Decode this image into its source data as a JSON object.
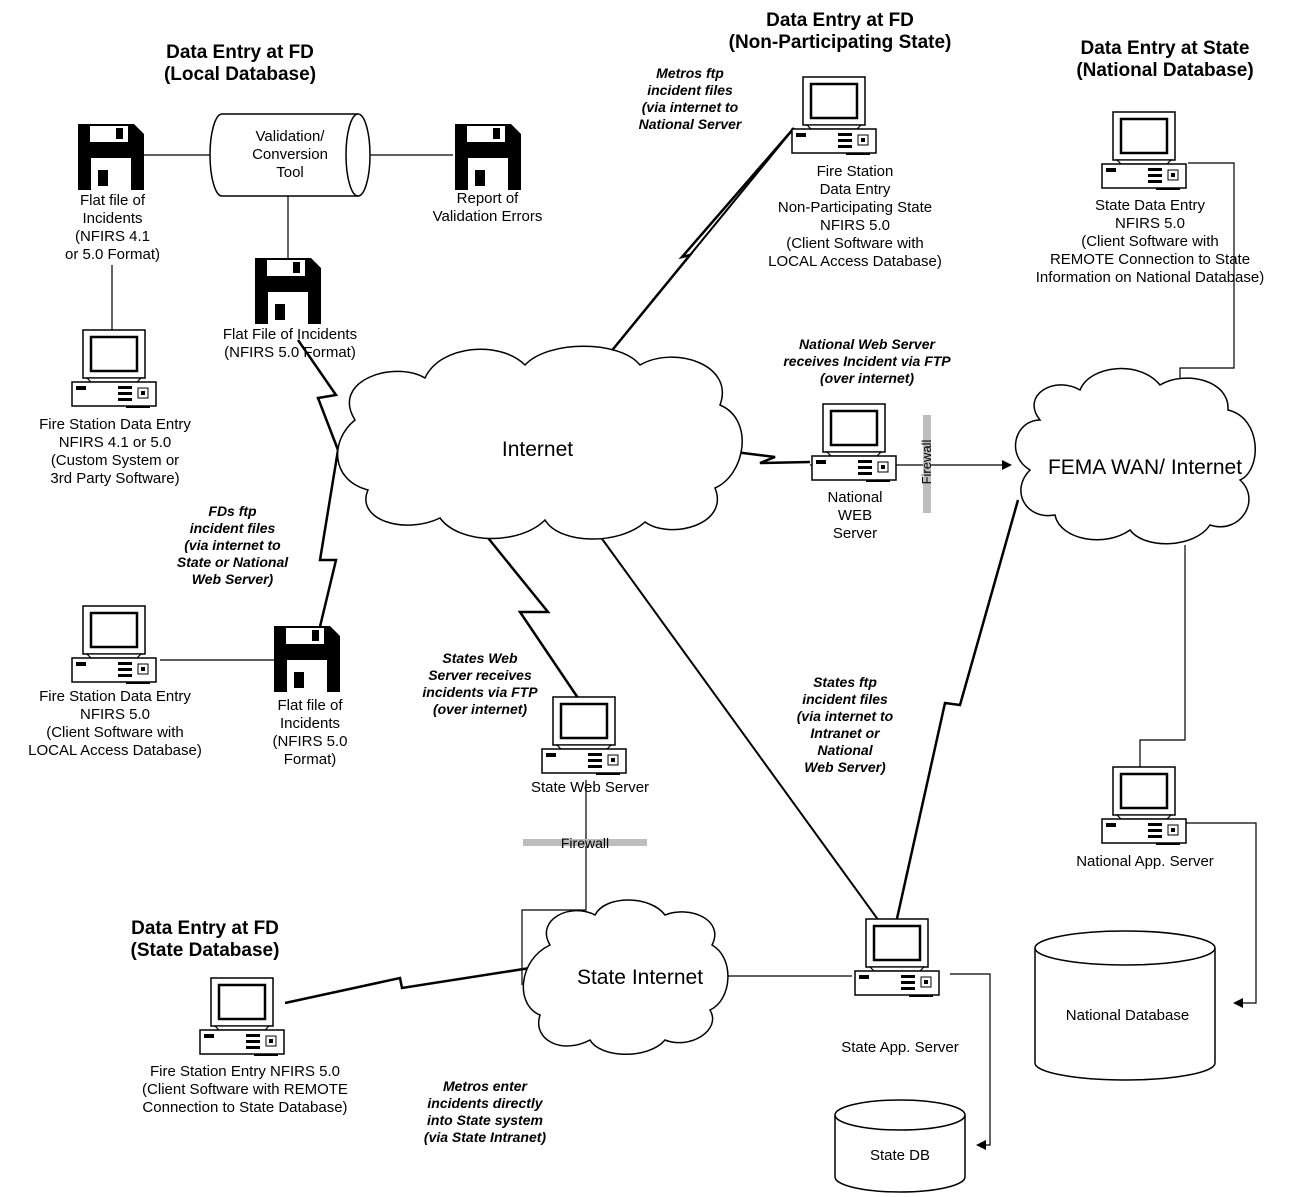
{
  "headers": {
    "local_db": "Data Entry at FD\n(Local Database)",
    "non_participating": "Data Entry at FD\n(Non-Participating State)",
    "state_national": "Data Entry at State\n(National Database)",
    "state_db": "Data Entry at FD\n(State Database)"
  },
  "labels": {
    "validation_tool": "Validation/\nConversion\nTool",
    "flat_file_41_50": "Flat file of\nIncidents\n(NFIRS 4.1\nor 5.0 Format)",
    "report_validation": "Report of\nValidation Errors",
    "flat_file_50": "Flat File of Incidents\n(NFIRS 5.0 Format)",
    "fs_custom": "Fire Station Data Entry\nNFIRS 4.1 or 5.0\n(Custom System or\n3rd Party Software)",
    "fs_non_participating": "Fire Station\nData Entry\nNon-Participating State\nNFIRS 5.0\n(Client Software with\nLOCAL Access Database)",
    "state_data_entry": "State Data Entry\nNFIRS 5.0\n(Client Software with\nREMOTE Connection to State\nInformation on National Database)",
    "national_web_server": "National\nWEB\nServer",
    "firewall": "Firewall",
    "fs_local_access": "Fire Station Data Entry\nNFIRS 5.0\n(Client Software with\nLOCAL Access Database)",
    "flat_file_50_b": "Flat file of\nIncidents\n(NFIRS 5.0\nFormat)",
    "state_web_server": "State Web Server",
    "national_app_server": "National App. Server",
    "national_database": "National Database",
    "fs_remote_state": "Fire Station Entry NFIRS 5.0\n(Client Software with REMOTE\nConnection to State Database)",
    "state_app_server": "State App. Server",
    "state_db": "State DB"
  },
  "clouds": {
    "internet": "Internet",
    "fema_wan": "FEMA WAN/ Internet",
    "state_internet": "State Internet"
  },
  "annotations": {
    "metros_ftp": "Metros ftp\nincident files\n(via internet to\nNational Server",
    "national_receives": "National Web Server\nreceives Incident via FTP\n(over internet)",
    "fds_ftp": "FDs ftp\nincident files\n(via internet to\nState or National\nWeb Server)",
    "states_web_receives": "States Web\nServer receives\nincidents via FTP\n(over internet)",
    "states_ftp": "States ftp\nincident files\n(via internet to\nIntranet or\nNational\nWeb Server)",
    "metros_enter": "Metros enter\nincidents directly\ninto State system\n(via State Intranet)"
  }
}
